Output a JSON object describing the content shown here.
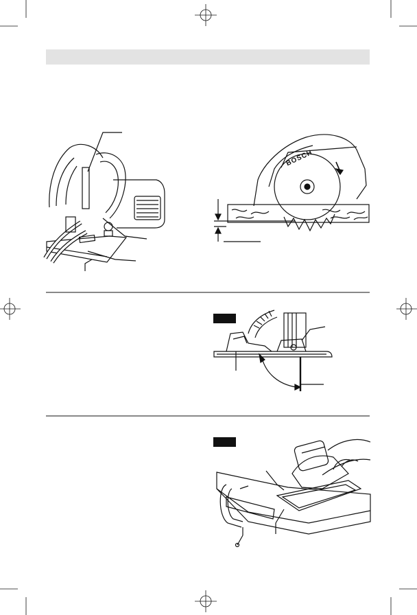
{
  "header": {
    "bar_color": "#e3e3e3"
  },
  "figures": [
    {
      "id": "fig-saw-side",
      "tag": ""
    },
    {
      "id": "fig-depth",
      "tag": ""
    },
    {
      "id": "fig-bevel",
      "tag": ""
    },
    {
      "id": "fig-clamp",
      "tag": ""
    }
  ],
  "brand_text": "BOSCH"
}
